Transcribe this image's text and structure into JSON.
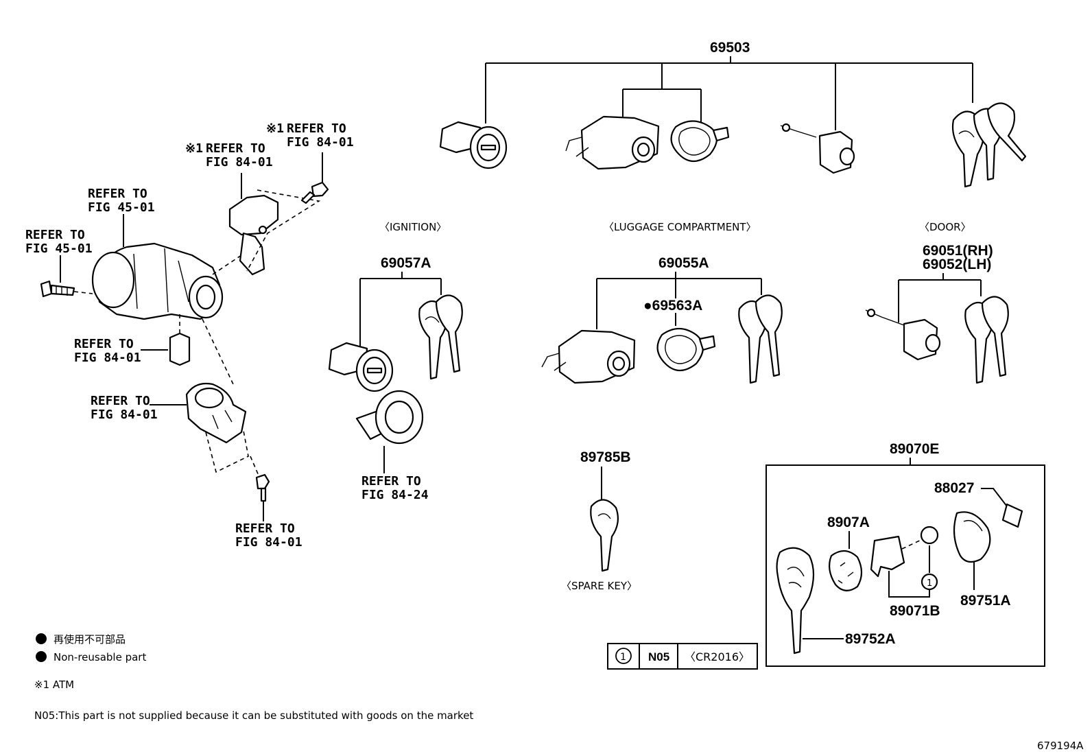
{
  "callouts": [
    {
      "id": "c69503",
      "text": "69503"
    },
    {
      "id": "c69057A",
      "text": "69057A"
    },
    {
      "id": "c69055A",
      "text": "69055A"
    },
    {
      "id": "c69563A",
      "text": "●69563A"
    },
    {
      "id": "c69051",
      "text": "69051(RH)"
    },
    {
      "id": "c69052",
      "text": "69052(LH)"
    },
    {
      "id": "c89785B",
      "text": "89785B"
    },
    {
      "id": "c89070E",
      "text": "89070E"
    },
    {
      "id": "c88027",
      "text": "88027"
    },
    {
      "id": "c8907A",
      "text": "8907A"
    },
    {
      "id": "c89071B",
      "text": "89071B"
    },
    {
      "id": "c89751A",
      "text": "89751A"
    },
    {
      "id": "c89752A",
      "text": "89752A"
    }
  ],
  "refers": [
    {
      "id": "r1",
      "prefix": "※1",
      "line1": "REFER TO",
      "line2": "FIG 84-01"
    },
    {
      "id": "r2",
      "prefix": "※1",
      "line1": "REFER TO",
      "line2": "FIG 84-01"
    },
    {
      "id": "r3",
      "prefix": "",
      "line1": "REFER TO",
      "line2": "FIG 45-01"
    },
    {
      "id": "r4",
      "prefix": "",
      "line1": "REFER TO",
      "line2": "FIG 45-01"
    },
    {
      "id": "r5",
      "prefix": "",
      "line1": "REFER TO",
      "line2": "FIG 84-01"
    },
    {
      "id": "r6",
      "prefix": "",
      "line1": "REFER TO",
      "line2": "FIG 84-01"
    },
    {
      "id": "r7",
      "prefix": "",
      "line1": "REFER TO",
      "line2": "FIG 84-01"
    },
    {
      "id": "r8",
      "prefix": "",
      "line1": "REFER TO",
      "line2": "FIG 84-24"
    }
  ],
  "group_labels": {
    "ignition": "〈IGNITION〉",
    "luggage": "〈LUGGAGE COMPARTMENT〉",
    "door": "〈DOOR〉",
    "spare": "〈SPARE KEY〉"
  },
  "battery_table": {
    "marker": "1",
    "code": "N05",
    "battery": "〈CR2016〉"
  },
  "legend": {
    "jp": "再使用不可部品",
    "en": "Non-reusable part",
    "atm": "※1 ATM",
    "n05": "N05:This part is not supplied because it can be substituted with goods on the market"
  },
  "figure_id": "679194A"
}
